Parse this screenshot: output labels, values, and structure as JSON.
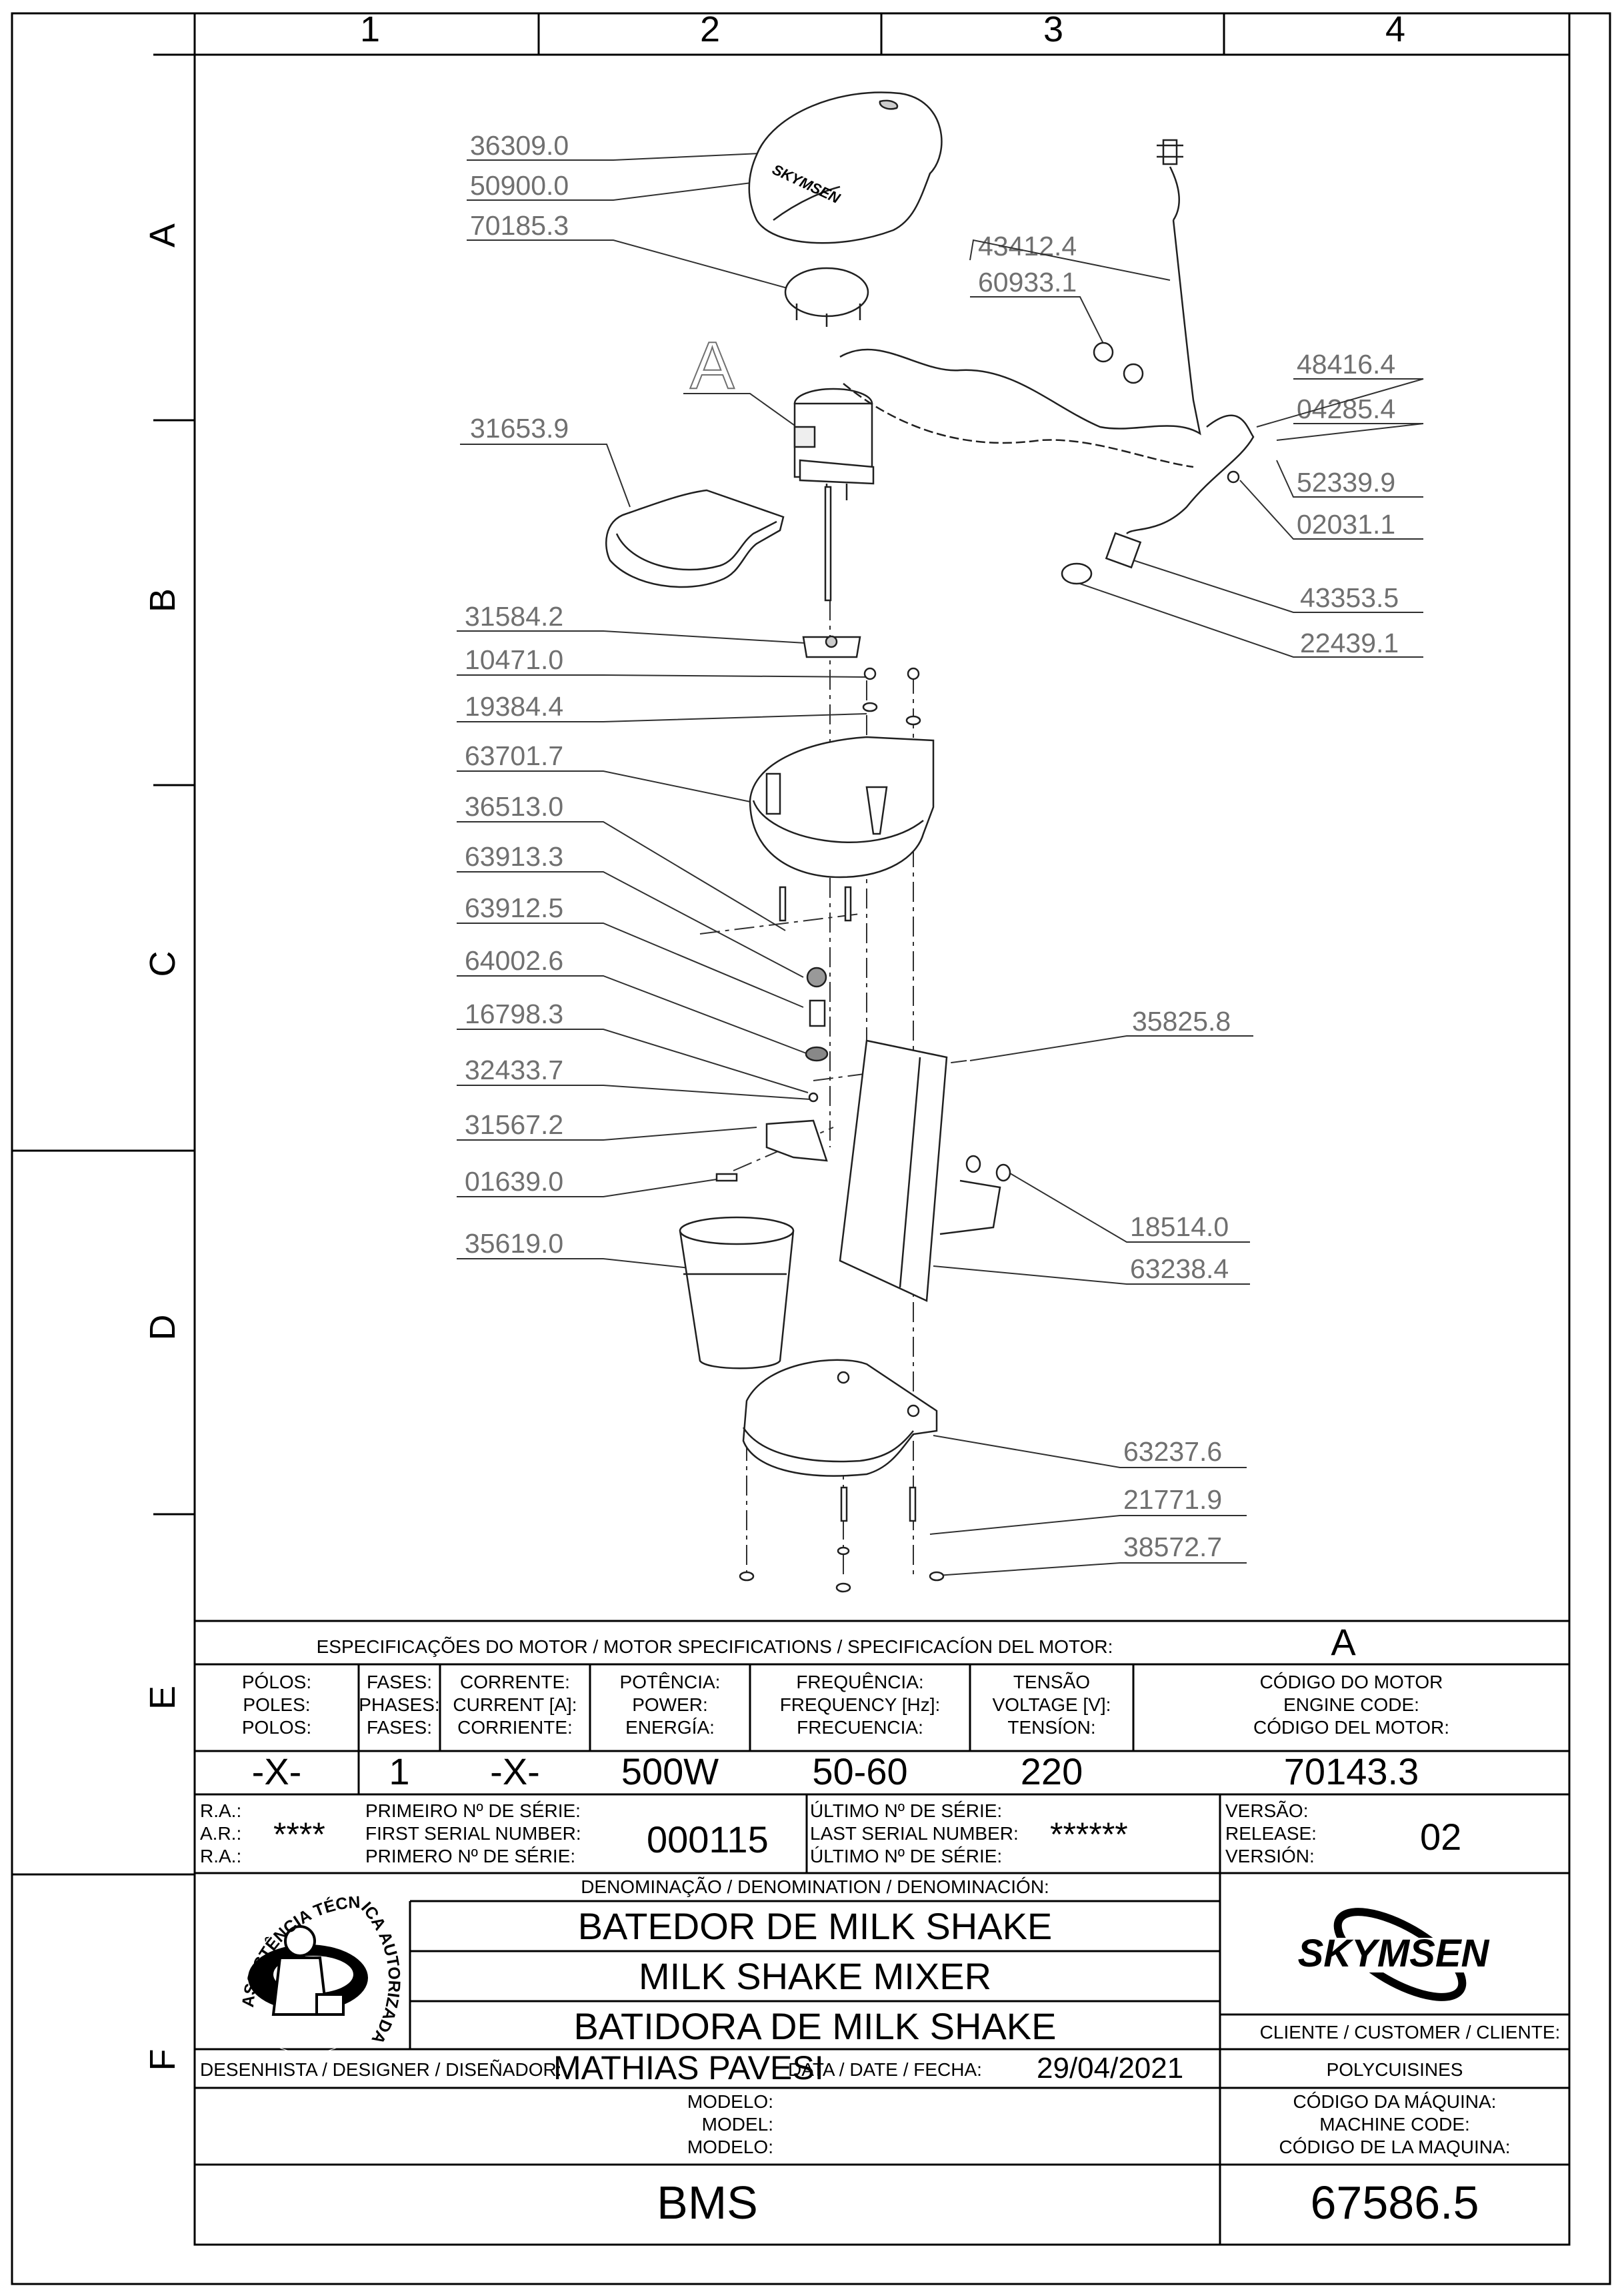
{
  "grid": {
    "columns": [
      "1",
      "2",
      "3",
      "4"
    ],
    "rows": [
      "A",
      "B",
      "C",
      "D",
      "E",
      "F"
    ]
  },
  "callout": "A",
  "parts_left": [
    "36309.0",
    "50900.0",
    "70185.3",
    "31653.9",
    "31584.2",
    "10471.0",
    "19384.4",
    "63701.7",
    "36513.0",
    "63913.3",
    "63912.5",
    "64002.6",
    "16798.3",
    "32433.7",
    "31567.2",
    "01639.0",
    "35619.0"
  ],
  "parts_right": [
    "43412.4",
    "60933.1",
    "48416.4",
    "04285.4",
    "52339.9",
    "02031.1",
    "43353.5",
    "22439.1",
    "35825.8",
    "18514.0",
    "63238.4",
    "63237.6",
    "21771.9",
    "38572.7"
  ],
  "motor": {
    "title": "ESPECIFICAÇÕES DO MOTOR / MOTOR SPECIFICATIONS / SPECIFICACÍON DEL MOTOR:",
    "ref": "A",
    "headers": [
      [
        "PÓLOS:",
        "POLES:",
        "POLOS:"
      ],
      [
        "FASES:",
        "PHASES:",
        "FASES:"
      ],
      [
        "CORRENTE:",
        "CURRENT [A]:",
        "CORRIENTE:"
      ],
      [
        "POTÊNCIA:",
        "POWER:",
        "ENERGÍA:"
      ],
      [
        "FREQUÊNCIA:",
        "FREQUENCY [Hz]:",
        "FRECUENCIA:"
      ],
      [
        "TENSÃO",
        "VOLTAGE [V]:",
        "TENSÍON:"
      ],
      [
        "CÓDIGO DO MOTOR",
        "ENGINE CODE:",
        "CÓDIGO DEL MOTOR:"
      ]
    ],
    "values": [
      "-X-",
      "1",
      "-X-",
      "500W",
      "50-60",
      "220",
      "70143.3"
    ]
  },
  "serial": {
    "ra_labels": [
      "R.A.:",
      "A.R.:",
      "R.A.:"
    ],
    "ra_value": "****",
    "first_labels": [
      "PRIMEIRO Nº DE SÉRIE:",
      "FIRST SERIAL NUMBER:",
      "PRIMERO Nº DE SÉRIE:"
    ],
    "first_value": "000115",
    "last_labels": [
      "ÚLTIMO Nº DE SÉRIE:",
      "LAST SERIAL NUMBER:",
      "ÚLTIMO Nº DE SÉRIE:"
    ],
    "last_value": "******",
    "version_labels": [
      "VERSÃO:",
      "RELEASE:",
      "VERSIÓN:"
    ],
    "version_value": "02"
  },
  "denomination": {
    "label": "DENOMINAÇÃO / DENOMINATION / DENOMINACIÓN:",
    "lines": [
      "BATEDOR DE MILK SHAKE",
      "MILK SHAKE MIXER",
      "BATIDORA DE MILK SHAKE"
    ]
  },
  "seal_text": "ASSISTÊNCIA TÉCNICA AUTORIZADA",
  "brand": "SKYMSEN",
  "client_label": "CLIENTE / CUSTOMER / CLIENTE:",
  "client_value": "POLYCUISINES",
  "designer_label": "DESENHISTA / DESIGNER / DISEÑADOR:",
  "designer_value": "MATHIAS PAVESI",
  "date_label": "DATA / DATE / FECHA:",
  "date_value": "29/04/2021",
  "model_labels": [
    "MODELO:",
    "MODEL:",
    "MODELO:"
  ],
  "model_value": "BMS",
  "machine_labels": [
    "CÓDIGO DA MÁQUINA:",
    "MACHINE CODE:",
    "CÓDIGO DE LA MAQUINA:"
  ],
  "machine_value": "67586.5",
  "colors": {
    "ink": "#000000",
    "part_label": "#707070",
    "line": "#202020"
  }
}
